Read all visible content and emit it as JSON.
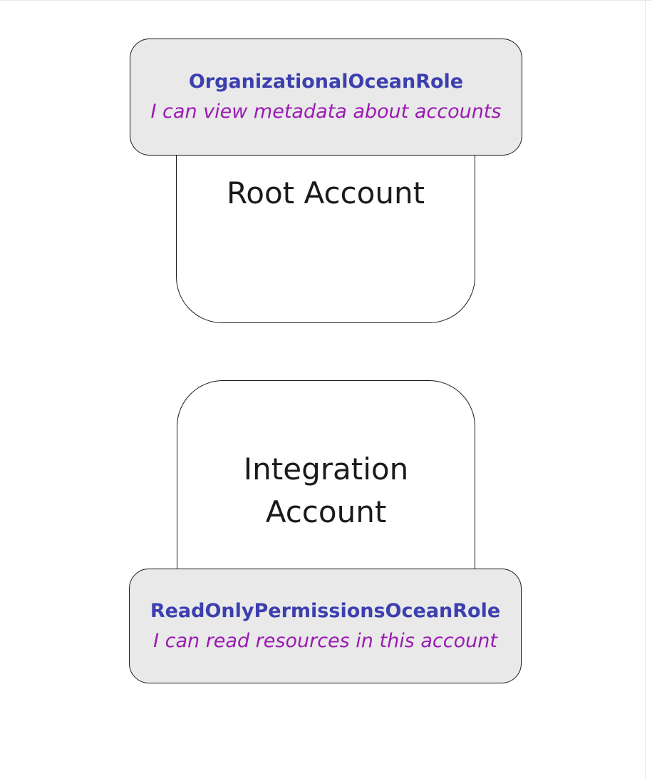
{
  "diagram": {
    "root_account": {
      "label": "Root Account",
      "role": {
        "name": "OrganizationalOceanRole",
        "description": "I can view metadata about accounts"
      }
    },
    "integration_account": {
      "label": "Integration Account",
      "role": {
        "name": "ReadOnlyPermissionsOceanRole",
        "description": "I can read resources in this account"
      }
    },
    "colors": {
      "role_name_text": "#3c3fae",
      "role_description_text": "#9a1bb2",
      "account_label_text": "#1a1a1a",
      "role_box_fill": "#e9e9e9",
      "account_box_fill": "#ffffff",
      "box_border": "#1a1a1a",
      "page_background": "#ffffff",
      "page_edge_line": "#e6e6e6"
    }
  }
}
